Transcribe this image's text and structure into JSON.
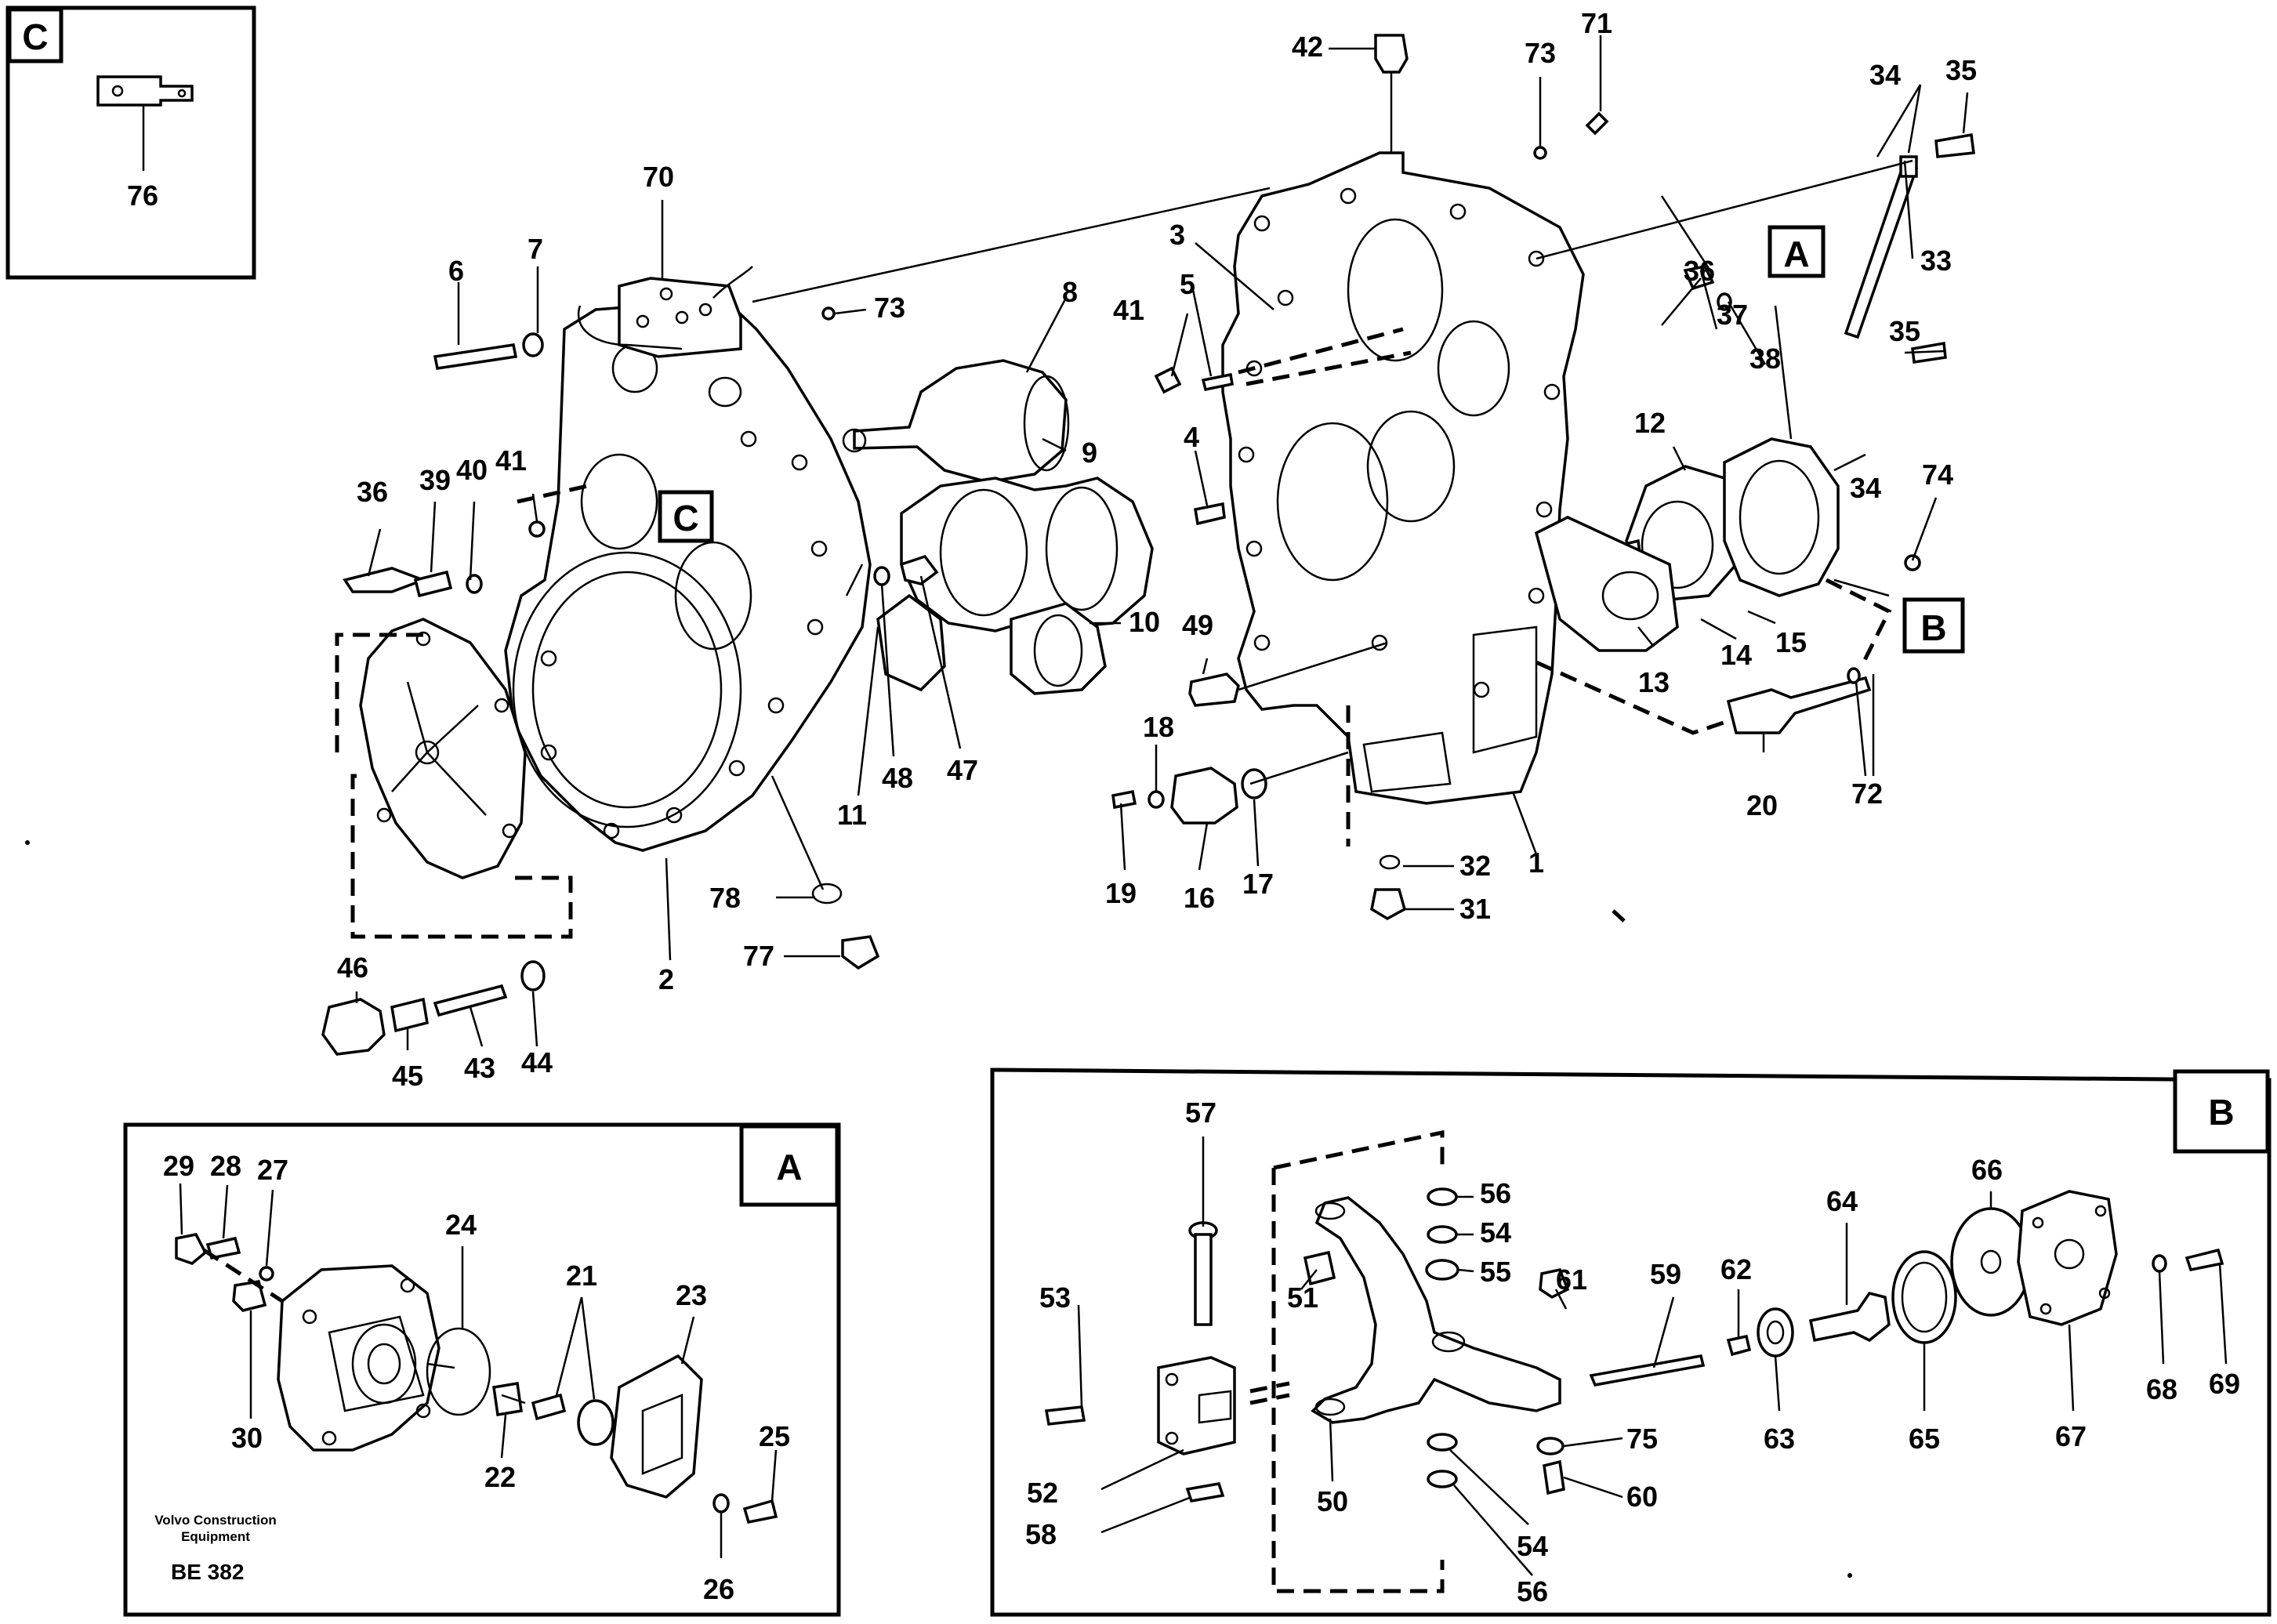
{
  "inset_c": {
    "tag": "C",
    "callout": "76"
  },
  "box_refs": {
    "a": "A",
    "b": "B",
    "c": "C"
  },
  "inset_a": {
    "tag": "A",
    "callouts": {
      "c29": "29",
      "c28": "28",
      "c27": "27",
      "c24": "24",
      "c21": "21",
      "c23": "23",
      "c30": "30",
      "c22": "22",
      "c25": "25",
      "c26": "26"
    },
    "footer": {
      "line1": "Volvo Construction",
      "line2": "Equipment",
      "code": "BE 382"
    }
  },
  "inset_b": {
    "tag": "B",
    "callouts": {
      "c57": "57",
      "c56a": "56",
      "c54a": "54",
      "c55": "55",
      "c61": "61",
      "c59": "59",
      "c62": "62",
      "c64": "64",
      "c66": "66",
      "c53": "53",
      "c51": "51",
      "c52": "52",
      "c58": "58",
      "c50": "50",
      "c54b": "54",
      "c56b": "56",
      "c75": "75",
      "c60": "60",
      "c63": "63",
      "c65": "65",
      "c67": "67",
      "c68": "68",
      "c69": "69"
    }
  },
  "main": {
    "callouts": {
      "c42": "42",
      "c73a": "73",
      "c71": "71",
      "c34a": "34",
      "c35a": "35",
      "c70": "70",
      "c6": "6",
      "c7": "7",
      "c73b": "73",
      "c8": "8",
      "c3": "3",
      "c41a": "41",
      "c5": "5",
      "c36a": "36",
      "c37": "37",
      "c38": "38",
      "c33": "33",
      "c35b": "35",
      "c9": "9",
      "c4": "4",
      "c12": "12",
      "c34b": "34",
      "c74": "74",
      "c36b": "36",
      "c39": "39",
      "c40": "40",
      "c41b": "41",
      "c10": "10",
      "c49": "49",
      "c13": "13",
      "c14": "14",
      "c15": "15",
      "c11": "11",
      "c48": "48",
      "c47": "47",
      "c18": "18",
      "c20": "20",
      "c72": "72",
      "c19": "19",
      "c16": "16",
      "c17": "17",
      "c32": "32",
      "c1": "1",
      "c31": "31",
      "c78": "78",
      "c77": "77",
      "c2": "2",
      "c46": "46",
      "c45": "45",
      "c43": "43",
      "c44": "44"
    }
  }
}
